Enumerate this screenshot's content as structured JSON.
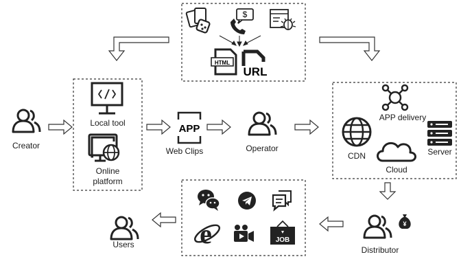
{
  "nodes": {
    "creator": "Creator",
    "local_tool": "Local tool",
    "online_platform_line1": "Online",
    "online_platform_line2": "platform",
    "web_clips": "Web Clips",
    "web_clips_icon_text": "APP",
    "operator": "Operator",
    "app_delivery": "APP delivery",
    "cdn": "CDN",
    "cloud": "Cloud",
    "server": "Server",
    "distributor": "Distributor",
    "users": "Users"
  },
  "sources": {
    "html_badge": "HTML",
    "url_badge": "URL",
    "dollar_sign": "$"
  },
  "channels": {
    "job_badge": "JOB",
    "yen_sign": "¥"
  },
  "icons": [
    "cards-dice-icon",
    "phone-money-icon",
    "webpage-bug-icon",
    "html-file-icon",
    "url-file-icon",
    "person-icon",
    "monitor-code-icon",
    "monitor-globe-icon",
    "app-icon",
    "network-icon",
    "globe-icon",
    "cloud-icon",
    "server-icon",
    "wechat-icon",
    "telegram-icon",
    "chat-bubbles-icon",
    "ie-browser-icon",
    "video-camera-icon",
    "job-sign-icon",
    "money-bag-icon"
  ]
}
